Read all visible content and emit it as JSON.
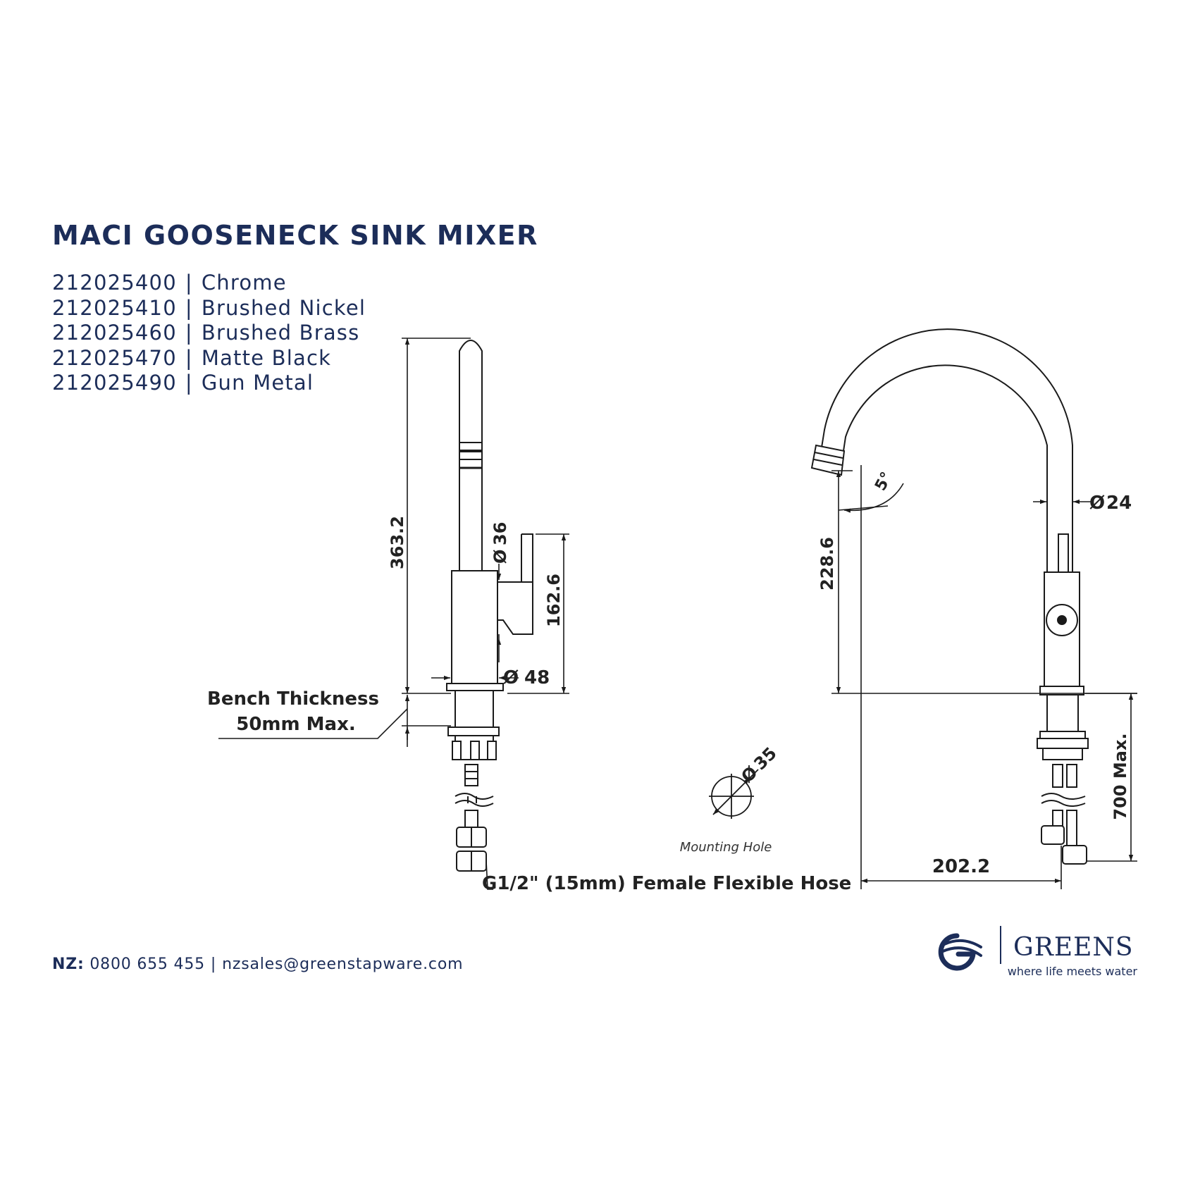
{
  "title": "MACI GOOSENECK SINK MIXER",
  "variants": [
    {
      "code": "212025400",
      "finish": "Chrome"
    },
    {
      "code": "212025410",
      "finish": "Brushed Nickel"
    },
    {
      "code": "212025460",
      "finish": "Brushed Brass"
    },
    {
      "code": "212025470",
      "finish": "Matte Black"
    },
    {
      "code": "212025490",
      "finish": "Gun Metal"
    }
  ],
  "separator": "|",
  "contact": {
    "region": "NZ:",
    "phone": "0800 655 455",
    "email": "nzsales@greenstapware.com"
  },
  "dimensions": {
    "height": "363.2",
    "handle_height": "162.6",
    "handle_dia": "36",
    "body_dia": "48",
    "spout_height": "228.6",
    "spout_dia": "24",
    "spout_angle": "5°",
    "hose_length": "700 Max.",
    "reach": "202.2",
    "hole_dia": "35"
  },
  "diameter_symbol": "Ø",
  "labels": {
    "bench_line1": "Bench Thickness",
    "bench_line2": "50mm Max.",
    "mounting_hole": "Mounting Hole",
    "hose": "G1/2\" (15mm) Female Flexible Hose"
  },
  "logo": {
    "brand": "GREENS",
    "tagline": "where life meets water"
  },
  "colors": {
    "text_navy": "#1c2d59",
    "line": "#1a1a1a"
  }
}
